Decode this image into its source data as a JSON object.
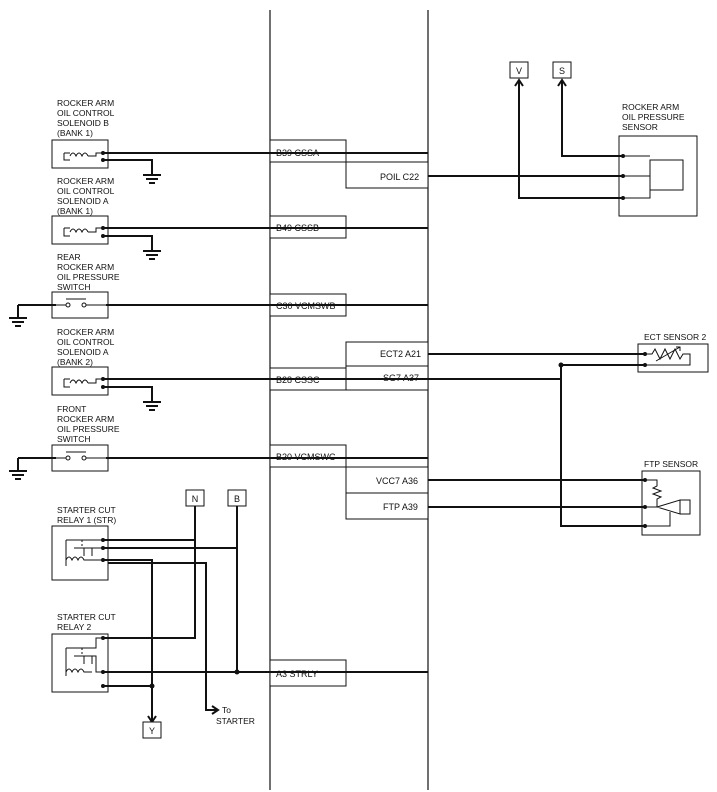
{
  "components": {
    "solenoid_b_bank1": [
      "ROCKER ARM",
      "OIL CONTROL",
      "SOLENOID B",
      "(BANK 1)"
    ],
    "solenoid_a_bank1": [
      "ROCKER ARM",
      "OIL CONTROL",
      "SOLENOID A",
      "(BANK 1)"
    ],
    "rear_switch": [
      "REAR",
      "ROCKER ARM",
      "OIL PRESSURE",
      "SWITCH"
    ],
    "solenoid_a_bank2": [
      "ROCKER ARM",
      "OIL CONTROL",
      "SOLENOID A",
      "(BANK 2)"
    ],
    "front_switch": [
      "FRONT",
      "ROCKER ARM",
      "OIL PRESSURE",
      "SWITCH"
    ],
    "relay1": [
      "STARTER CUT",
      "RELAY 1 (STR)"
    ],
    "relay2": [
      "STARTER CUT",
      "RELAY 2"
    ],
    "oil_pressure_sensor": [
      "ROCKER ARM",
      "OIL PRESSURE",
      "SENSOR"
    ],
    "ect_sensor": "ECT SENSOR 2",
    "ftp_sensor": "FTP SENSOR",
    "to_starter": [
      "To",
      "STARTER"
    ]
  },
  "pins": {
    "b39": "B39 CSSA",
    "b49": "B49 CSSB",
    "c30": "C30 VCMSWB",
    "b28": "B28 CSSC",
    "b20": "B20 VCMSWC",
    "a3": "A3 STRLY",
    "poil": "POIL C22",
    "ect2": "ECT2 A21",
    "sg7": "SG7 A37",
    "vcc7": "VCC7 A36",
    "ftp": "FTP A39"
  },
  "tags": {
    "v": "V",
    "s": "S",
    "n": "N",
    "b": "B",
    "y": "Y"
  }
}
